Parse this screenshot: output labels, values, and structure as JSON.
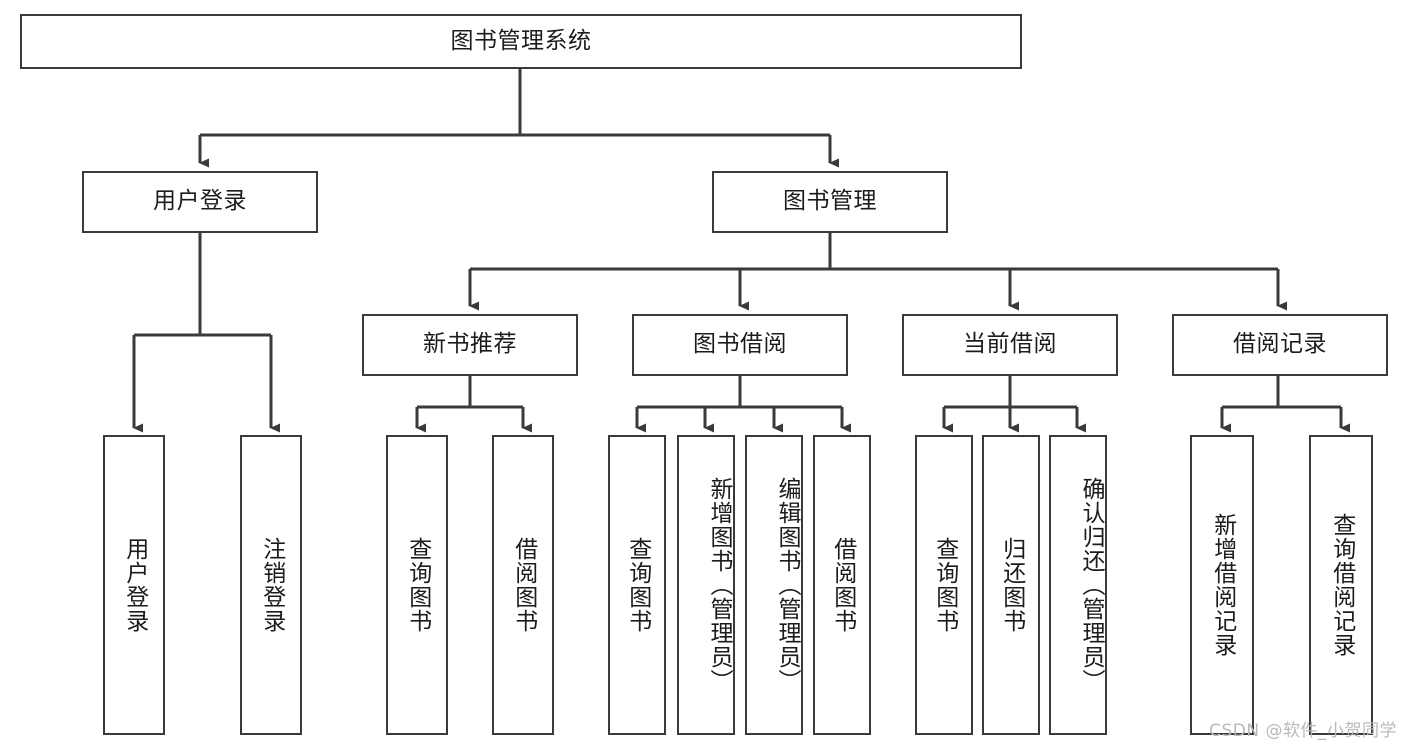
{
  "diagram": {
    "title_node": {
      "label": "图书管理系统"
    },
    "level2": [
      {
        "id": "user-login",
        "label": "用户登录"
      },
      {
        "id": "book-management",
        "label": "图书管理"
      }
    ],
    "level3": [
      {
        "id": "new-book-recommend",
        "label": "新书推荐"
      },
      {
        "id": "book-borrow",
        "label": "图书借阅"
      },
      {
        "id": "current-borrow",
        "label": "当前借阅"
      },
      {
        "id": "borrow-record",
        "label": "借阅记录"
      }
    ],
    "leaves": {
      "user_login": [
        {
          "id": "leaf-user-login",
          "label": "用户登录"
        },
        {
          "id": "leaf-logout-login",
          "label": "注销登录"
        }
      ],
      "new_book_recommend": [
        {
          "id": "leaf-query-book-1",
          "label": "查询图书"
        },
        {
          "id": "leaf-borrow-book-1",
          "label": "借阅图书"
        }
      ],
      "book_borrow": [
        {
          "id": "leaf-query-book-2",
          "label": "查询图书"
        },
        {
          "id": "leaf-add-book",
          "label": "新增图书（管理员）"
        },
        {
          "id": "leaf-edit-book",
          "label": "编辑图书（管理员）"
        },
        {
          "id": "leaf-borrow-book-2",
          "label": "借阅图书"
        }
      ],
      "current_borrow": [
        {
          "id": "leaf-query-book-3",
          "label": "查询图书"
        },
        {
          "id": "leaf-return-book",
          "label": "归还图书"
        },
        {
          "id": "leaf-confirm-return",
          "label": "确认归还（管理员）"
        }
      ],
      "borrow_record": [
        {
          "id": "leaf-add-record",
          "label": "新增借阅记录"
        },
        {
          "id": "leaf-query-record",
          "label": "查询借阅记录"
        }
      ]
    }
  },
  "watermark": {
    "text": "CSDN @软件_小贺同学"
  },
  "colors": {
    "stroke": "#3a3a3a",
    "fill": "#ffffff",
    "text": "#1c1c1c",
    "watermark": "#b9b9b9"
  }
}
